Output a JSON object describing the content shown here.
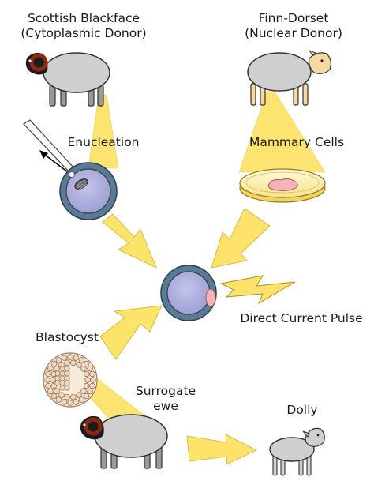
{
  "donors": {
    "cytoplasmic": {
      "line1": "Scottish Blackface",
      "line2": "(Cytoplasmic Donor)"
    },
    "nuclear": {
      "line1": "Finn-Dorset",
      "line2": "(Nuclear Donor)"
    }
  },
  "steps": {
    "enucleation": "Enucleation",
    "mammary": "Mammary Cells",
    "pulse": "Direct Current Pulse",
    "blastocyst": "Blastocyst",
    "surrogate": {
      "line1": "Surrogate",
      "line2": "ewe"
    },
    "result": "Dolly"
  },
  "colors": {
    "beam": "#fde36a",
    "beam_stroke": "#c9b23a",
    "cell_fill": "#a8a8d8",
    "cell_ring": "#5a7a96",
    "wool": "#cfcfcf",
    "blackface_horn": "#8b2a12",
    "finn_face": "#f5d9a0",
    "tissue": "#f4b3b6"
  },
  "icons": [
    "micropipette-icon",
    "petri-dish-icon",
    "lightning-bolt-icon"
  ]
}
